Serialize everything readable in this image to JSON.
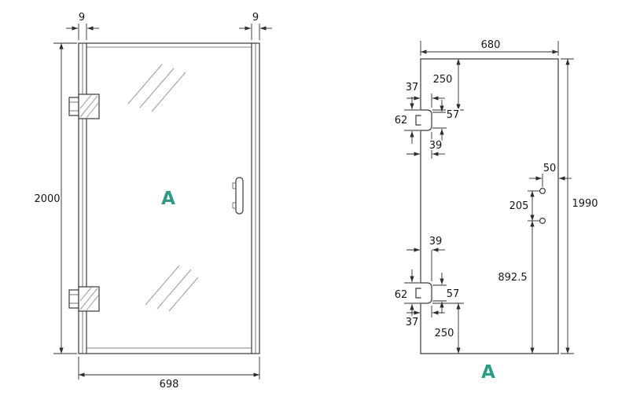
{
  "palette": {
    "accent": "#2e9c85",
    "line": "#3a3a3a",
    "dim_text": "#161616"
  },
  "left_view": {
    "label": "A",
    "dims": {
      "frame_left": "9",
      "frame_right": "9",
      "height": "2000",
      "width": "698"
    }
  },
  "right_view": {
    "label": "A",
    "dims": {
      "width": "680",
      "top_to_notch": "250",
      "notch_top_depth": "37",
      "notch_top_outer": "62",
      "notch_top_inner": "57",
      "notch_top_offset": "39",
      "hole_to_edge": "50",
      "hole_spacing": "205",
      "height": "1990",
      "notch_bottom_offset": "39",
      "notch_bottom_outer": "62",
      "notch_bottom_inner": "57",
      "notch_bottom_depth": "37",
      "notch_to_bottom": "250",
      "hole_to_bottom": "892.5"
    }
  }
}
